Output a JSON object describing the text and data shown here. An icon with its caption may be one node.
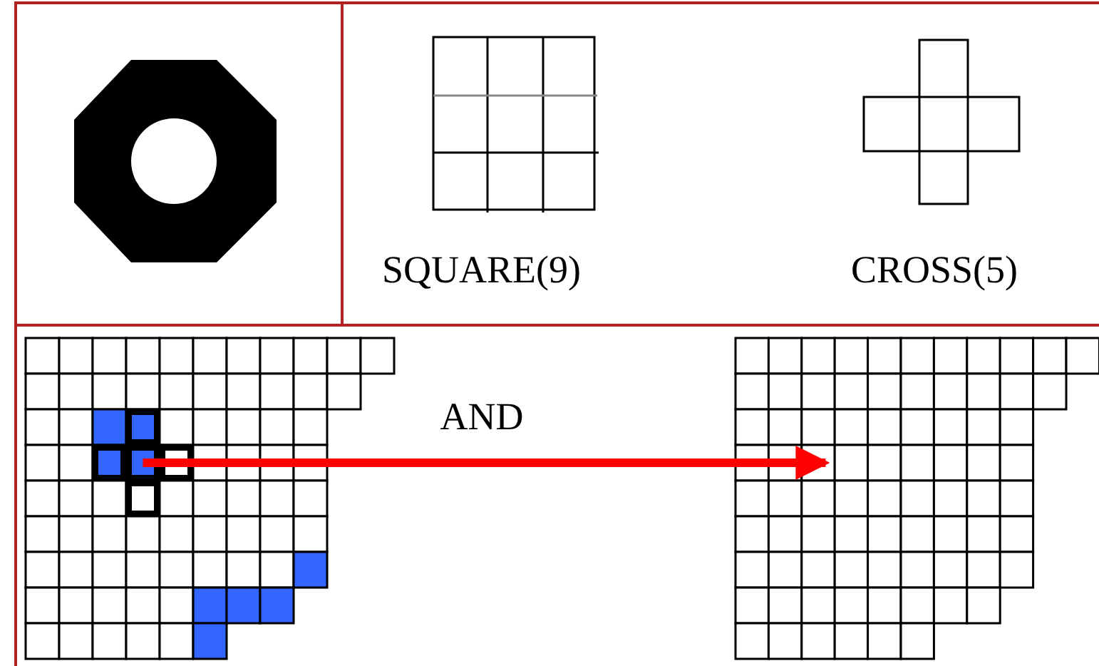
{
  "diagram": {
    "nodes": [
      {
        "text": [],
        "shape": "grid"
      },
      {
        "text": [],
        "shape": "grid"
      }
    ],
    "edges": [
      {
        "from": 0,
        "to": 1,
        "arrow": "to",
        "label": "AND",
        "color": "#ff0000"
      }
    ],
    "labels": [
      "SQUARE(9)",
      "CROSS(5)"
    ]
  }
}
